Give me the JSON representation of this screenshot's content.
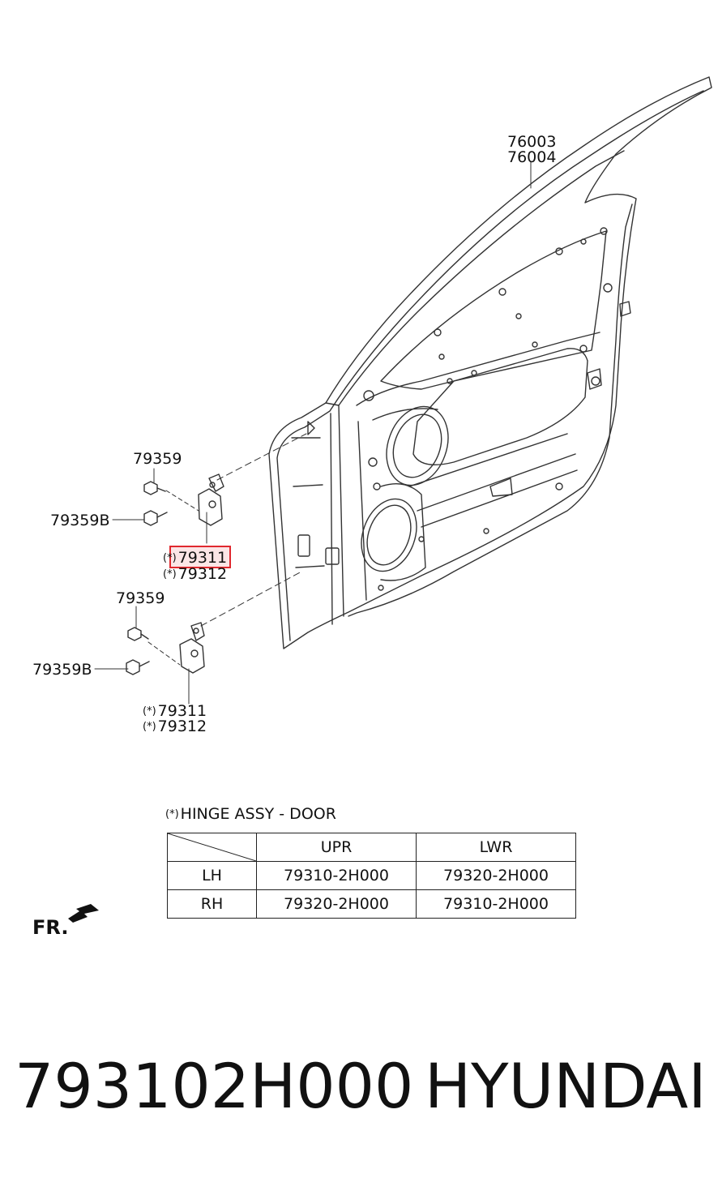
{
  "callouts": {
    "door_panel": [
      "76003",
      "76004"
    ],
    "upper_bolt": "79359",
    "upper_bolt_b": "79359B",
    "upper_hinge": [
      "79311",
      "79312"
    ],
    "lower_bolt": "79359",
    "lower_bolt_b": "79359B",
    "lower_hinge": [
      "79311",
      "79312"
    ],
    "star_symbol": "*"
  },
  "table": {
    "title": "HINGE ASSY - DOOR",
    "columns": [
      "",
      "UPR",
      "LWR"
    ],
    "rows": [
      [
        "LH",
        "79310-2H000",
        "79320-2H000"
      ],
      [
        "RH",
        "79320-2H000",
        "79310-2H000"
      ]
    ]
  },
  "direction_label": "FR.",
  "highlight_part": "79311",
  "footer": {
    "part_number": "793102H000",
    "brand": "HYUNDAI"
  },
  "colors": {
    "line": "#333333",
    "highlight": "#e0282e"
  },
  "icons": [
    "hex-bolt-icon",
    "flange-bolt-icon",
    "door-hinge-icon",
    "front-direction-arrow-icon"
  ]
}
